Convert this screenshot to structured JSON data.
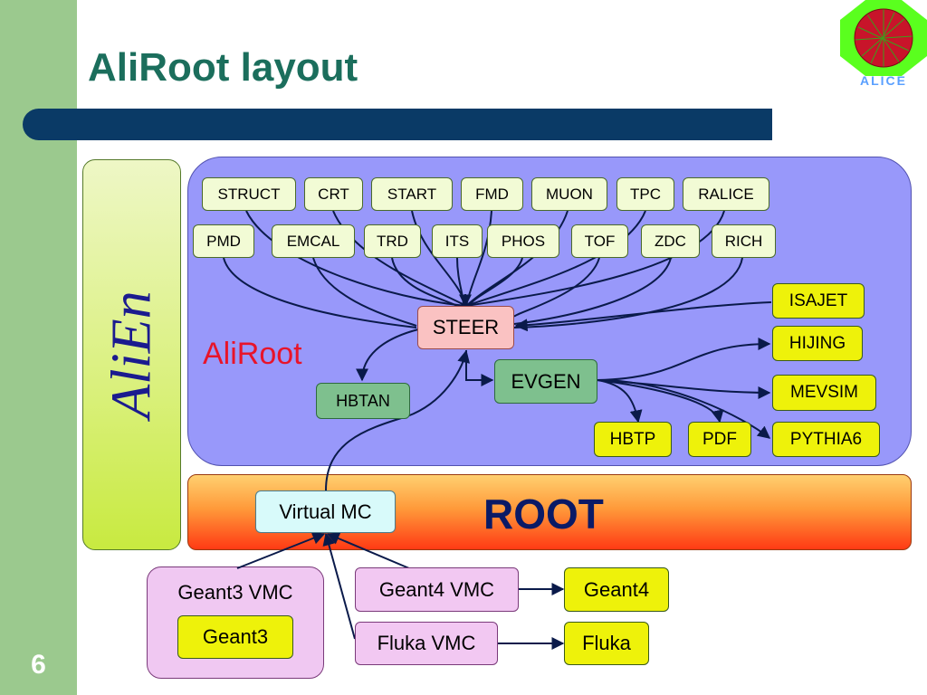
{
  "slide": {
    "title": "AliRoot layout",
    "number": "6",
    "logo_text": "ALICE"
  },
  "panels": {
    "alien": "AliEn",
    "aliroot": "AliRoot",
    "root": "ROOT"
  },
  "detectors_row1": [
    "STRUCT",
    "CRT",
    "START",
    "FMD",
    "MUON",
    "TPC",
    "RALICE"
  ],
  "detectors_row2": [
    "PMD",
    "EMCAL",
    "TRD",
    "ITS",
    "PHOS",
    "TOF",
    "ZDC",
    "RICH"
  ],
  "core": {
    "steer": "STEER",
    "evgen": "EVGEN",
    "hbtan": "HBTAN"
  },
  "generators": [
    "ISAJET",
    "HIJING",
    "MEVSIM",
    "PYTHIA6",
    "HBTP",
    "PDF"
  ],
  "vmc": {
    "virtual_mc": "Virtual MC",
    "geant3_vmc": "Geant3 VMC",
    "geant3": "Geant3",
    "geant4_vmc": "Geant4 VMC",
    "geant4": "Geant4",
    "fluka_vmc": "Fluka VMC",
    "fluka": "Fluka"
  },
  "colors": {
    "sidebar": "#9bc98e",
    "title": "#1b6e5c",
    "title_bar": "#0a3a66",
    "aliroot_panel": "#9898fa",
    "aliroot_label": "#e8142a",
    "root_label": "#0a1a66",
    "arrow": "#0a1a4a"
  }
}
